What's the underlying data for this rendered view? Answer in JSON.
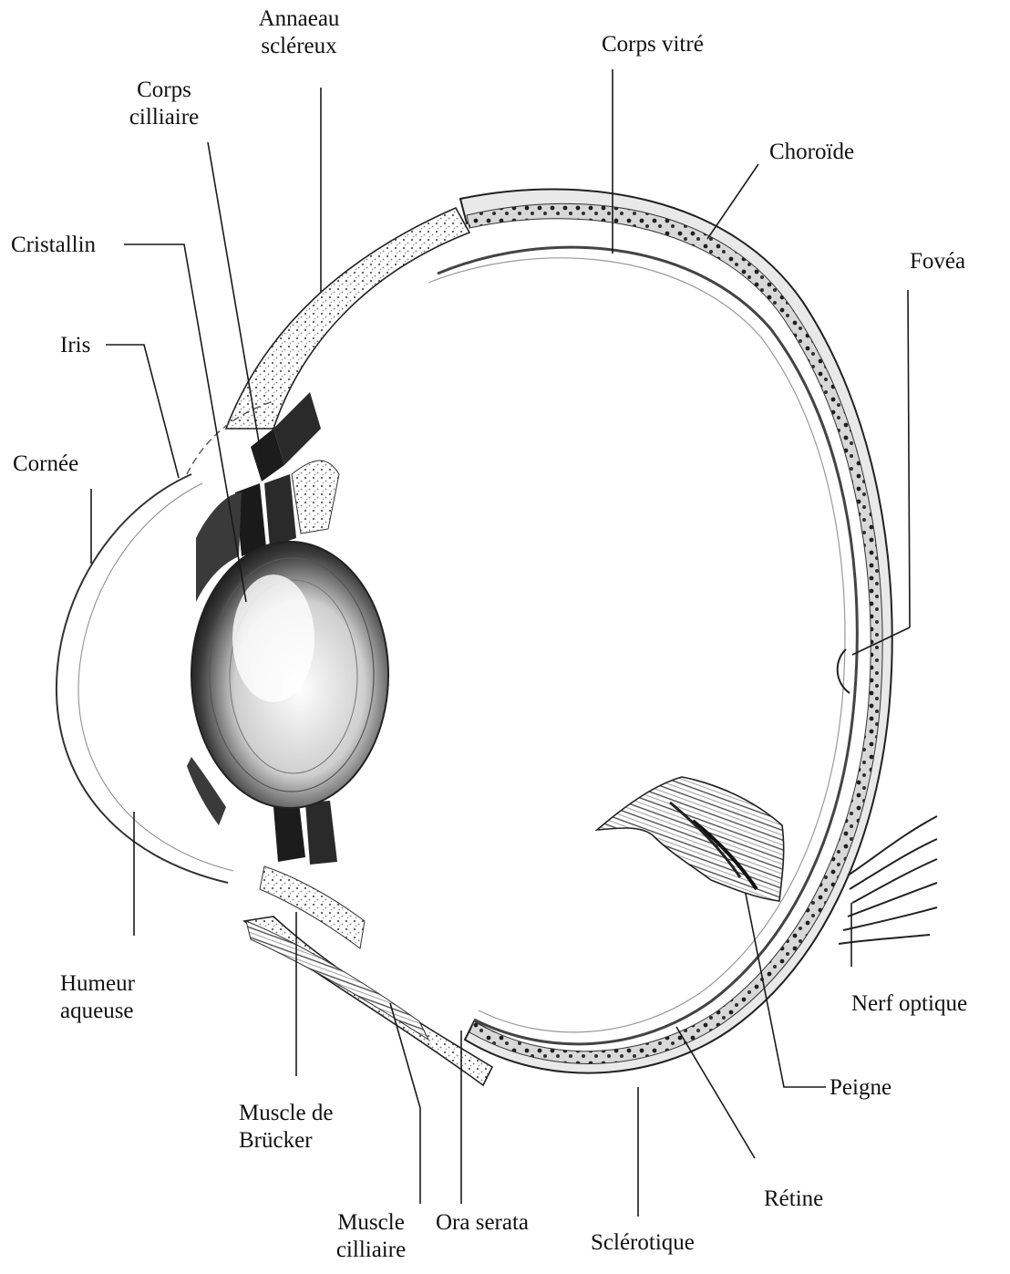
{
  "labels": {
    "annaeau_l1": "Annaeau",
    "annaeau_l2": "scléreux",
    "corps_vitre": "Corps vitré",
    "corps_cilliaire_l1": "Corps",
    "corps_cilliaire_l2": "cilliaire",
    "choroide": "Choroïde",
    "cristallin": "Cristallin",
    "fovea": "Fovéa",
    "iris": "Iris",
    "cornee": "Cornée",
    "humeur_l1": "Humeur",
    "humeur_l2": "aqueuse",
    "nerf_optique": "Nerf optique",
    "peigne": "Peigne",
    "muscle_brucker_l1": "Muscle de",
    "muscle_brucker_l2": "Brücker",
    "retine": "Rétine",
    "muscle_cilliaire_l1": "Muscle",
    "muscle_cilliaire_l2": "cilliaire",
    "ora_serata": "Ora serata",
    "sclerotique": "Sclérotique"
  },
  "colors": {
    "ink": "#111111",
    "tissue_dark": "#2a2a2a",
    "tissue_mid": "#6a6a6a",
    "tissue_light": "#bdbdbd"
  }
}
